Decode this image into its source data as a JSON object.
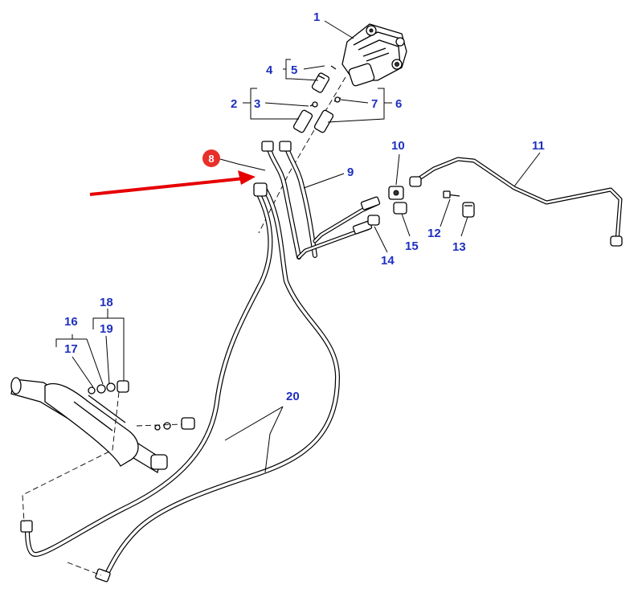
{
  "callouts": [
    {
      "id": "c1",
      "text": "1"
    },
    {
      "id": "c2",
      "text": "2"
    },
    {
      "id": "c3",
      "text": "3"
    },
    {
      "id": "c4",
      "text": "4"
    },
    {
      "id": "c5",
      "text": "5"
    },
    {
      "id": "c6",
      "text": "6"
    },
    {
      "id": "c7",
      "text": "7"
    },
    {
      "id": "c8",
      "text": "8"
    },
    {
      "id": "c9",
      "text": "9"
    },
    {
      "id": "c10",
      "text": "10"
    },
    {
      "id": "c11",
      "text": "11"
    },
    {
      "id": "c12",
      "text": "12"
    },
    {
      "id": "c13",
      "text": "13"
    },
    {
      "id": "c14",
      "text": "14"
    },
    {
      "id": "c15",
      "text": "15"
    },
    {
      "id": "c16",
      "text": "16"
    },
    {
      "id": "c17",
      "text": "17"
    },
    {
      "id": "c18",
      "text": "18"
    },
    {
      "id": "c19",
      "text": "19"
    },
    {
      "id": "c20",
      "text": "20"
    }
  ],
  "highlight": {
    "callout": "8",
    "color": "#e8302a"
  },
  "colors": {
    "callout_text": "#1f2fbf",
    "arrow": "#e60000",
    "line": "#000000"
  }
}
